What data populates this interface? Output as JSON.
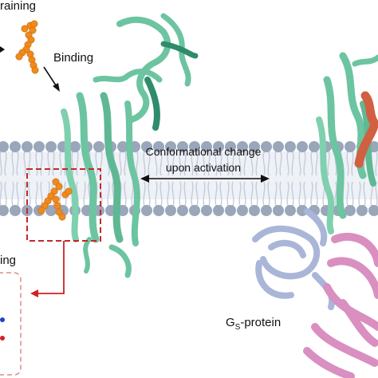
{
  "labels": {
    "top_left_text": "raining",
    "binding": "Binding",
    "conformational_line1": "Conformational change",
    "conformational_line2": "upon activation",
    "left_partial": "ing",
    "gs_main": "G",
    "gs_sub": "S",
    "gs_suffix": "-protein"
  },
  "colors": {
    "receptor": "#6cc4a1",
    "receptor_dark": "#3f9e7c",
    "ligand": "#f08a1c",
    "membrane_head": "#9aa6ba",
    "membrane_tail": "#c4ccdc",
    "box_dashed": "#c62828",
    "g_alpha": "#aab6d8",
    "g_beta": "#d98fc0",
    "red_accent": "#d06040",
    "arrow": "#111111"
  }
}
